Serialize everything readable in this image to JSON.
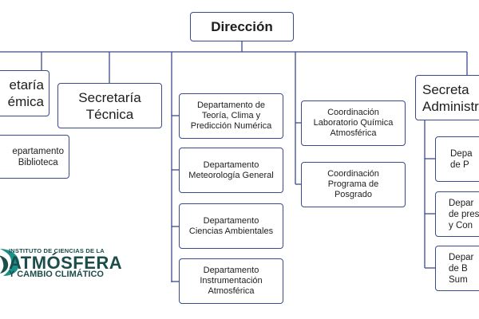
{
  "org_chart": {
    "root": "Dirección",
    "left_secretaria_partial": "etaría\némica",
    "biblioteca_partial": "epartamento\nBiblioteca",
    "secretaria_tecnica": "Secretaría\nTécnica",
    "departamentos": [
      "Departamento de\nTeoría, Clima y\nPredicción  Numérica",
      "Departamento\nMeteorología General",
      "Departamento\nCiencias Ambientales",
      "Departamento\nInstrumentación\nAtmosférica"
    ],
    "coordinaciones": [
      "Coordinación\nLaboratorio Química\nAtmosférica",
      "Coordinación\nPrograma de\nPosgrado"
    ],
    "right_secretaria_partial": "Secreta\nAdministr",
    "right_departments_partial": [
      "Depa\nde P",
      "Depar\nde pres\ny Con",
      "Depar\nde B\nSum"
    ]
  },
  "logo": {
    "line1": "INSTITUTO DE CIENCIAS DE LA",
    "line2": "ATMÓSFERA",
    "line3": "Y CAMBIO CLIMÁTICO",
    "colors": {
      "mark_teal": "#1b8f8a",
      "mark_dark": "#1b4d4a"
    }
  },
  "colors": {
    "border": "#3b4a8c",
    "line": "#3b4a8c",
    "text": "#1d1d1d"
  }
}
